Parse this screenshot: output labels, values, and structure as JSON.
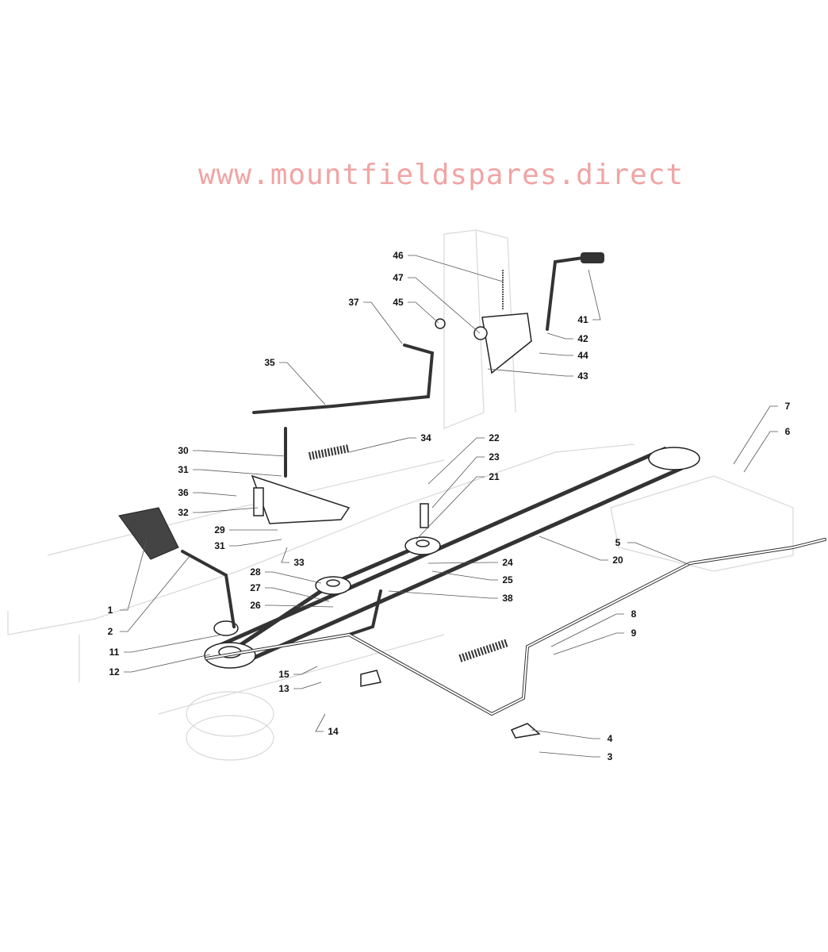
{
  "watermark": "www.mountfieldspares.direct",
  "callouts": [
    "46",
    "47",
    "45",
    "37",
    "35",
    "41",
    "42",
    "44",
    "43",
    "30",
    "31",
    "36",
    "32",
    "29",
    "31",
    "33",
    "34",
    "22",
    "23",
    "21",
    "7",
    "6",
    "5",
    "20",
    "24",
    "25",
    "38",
    "28",
    "27",
    "26",
    "1",
    "2",
    "11",
    "12",
    "15",
    "13",
    "14",
    "8",
    "9",
    "4",
    "3"
  ]
}
